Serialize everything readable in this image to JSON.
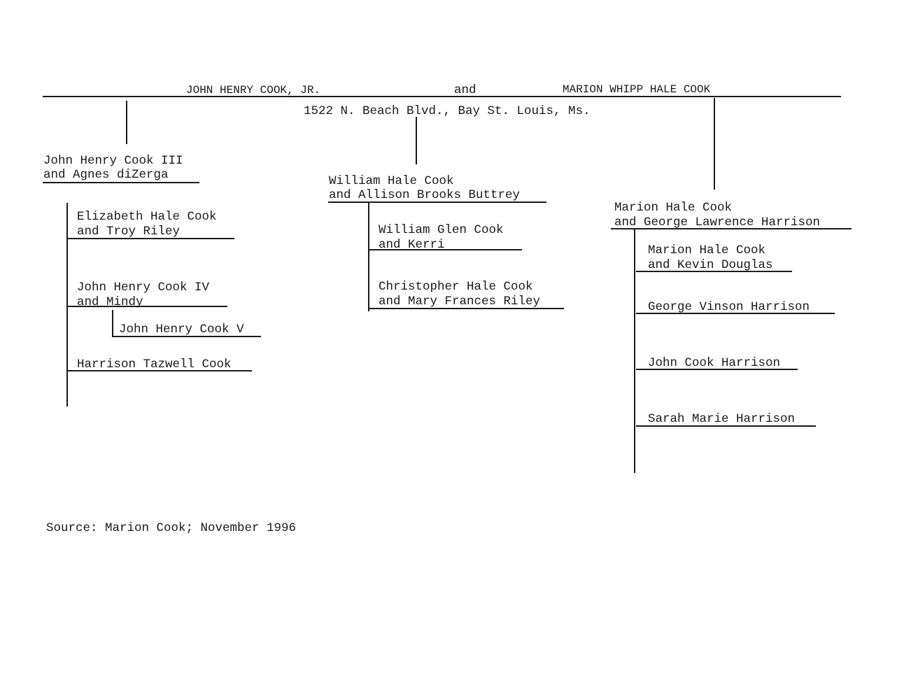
{
  "header": {
    "father": "JOHN HENRY COOK, JR.",
    "conjunction": "and",
    "mother": "MARION WHIPP HALE COOK",
    "address": "1522 N. Beach Blvd., Bay St. Louis, Ms."
  },
  "branch_left": {
    "line1": "John Henry Cook III",
    "line2": "and Agnes diZerga",
    "children": [
      {
        "line1": "Elizabeth Hale Cook",
        "line2": "and Troy Riley"
      },
      {
        "line1": "John Henry Cook IV",
        "line2": "and Mindy"
      },
      {
        "line1": "John Henry Cook V"
      },
      {
        "line1": "Harrison Tazwell Cook"
      }
    ]
  },
  "branch_middle": {
    "line1": "William Hale Cook",
    "line2": "and Allison Brooks Buttrey",
    "children": [
      {
        "line1": "William Glen Cook",
        "line2": "and Kerri"
      },
      {
        "line1": "Christopher Hale Cook",
        "line2": "and Mary Frances Riley"
      }
    ]
  },
  "branch_right": {
    "line1": "Marion Hale Cook",
    "line2": "and George Lawrence Harrison",
    "children": [
      {
        "line1": "Marion Hale Cook",
        "line2": "and Kevin Douglas"
      },
      {
        "line1": "George Vinson Harrison"
      },
      {
        "line1": "John Cook Harrison"
      },
      {
        "line1": "Sarah Marie Harrison"
      }
    ]
  },
  "footer": {
    "source": "Source: Marion Cook; November 1996"
  }
}
